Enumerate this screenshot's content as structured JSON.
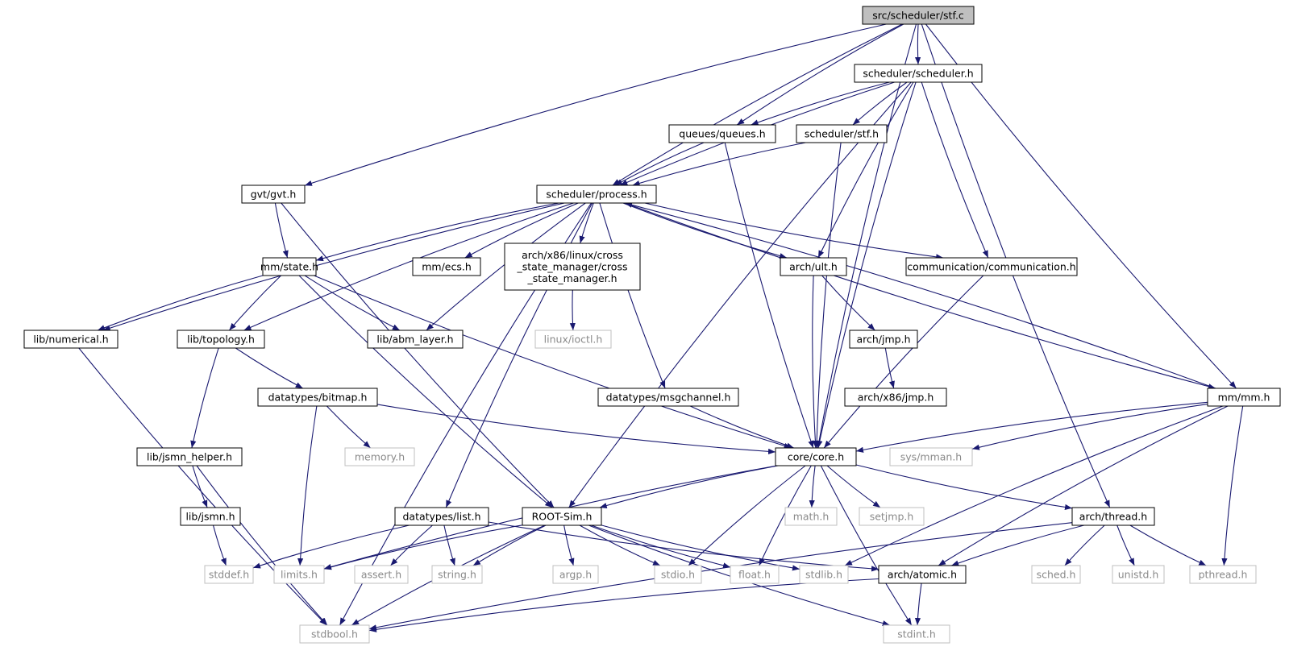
{
  "title": "src/scheduler/stf.c",
  "colors": {
    "edge": "#191970",
    "node_border": "#000000",
    "sys_border": "#bfbfbf",
    "root_fill": "#bfbfbf",
    "node_fill": "#ffffff",
    "sys_text": "#8a8a8a"
  },
  "nodes": {
    "stf_c": {
      "label": "src/scheduler/stf.c",
      "kind": "root"
    },
    "scheduler_h": {
      "label": "scheduler/scheduler.h",
      "kind": "project"
    },
    "queues_h": {
      "label": "queues/queues.h",
      "kind": "project"
    },
    "stf_h": {
      "label": "scheduler/stf.h",
      "kind": "project"
    },
    "gvt_h": {
      "label": "gvt/gvt.h",
      "kind": "project"
    },
    "process_h": {
      "label": "scheduler/process.h",
      "kind": "project"
    },
    "mm_state_h": {
      "label": "mm/state.h",
      "kind": "project"
    },
    "mm_ecs_h": {
      "label": "mm/ecs.h",
      "kind": "project"
    },
    "cross_state_h": {
      "label": "arch/x86/linux/cross\n_state_manager/cross\n_state_manager.h",
      "kind": "project"
    },
    "ult_h": {
      "label": "arch/ult.h",
      "kind": "project"
    },
    "communication_h": {
      "label": "communication/communication.h",
      "kind": "project"
    },
    "numerical_h": {
      "label": "lib/numerical.h",
      "kind": "project"
    },
    "topology_h": {
      "label": "lib/topology.h",
      "kind": "project"
    },
    "abm_layer_h": {
      "label": "lib/abm_layer.h",
      "kind": "project"
    },
    "ioctl_h": {
      "label": "linux/ioctl.h",
      "kind": "system"
    },
    "jmp_h": {
      "label": "arch/jmp.h",
      "kind": "project"
    },
    "x86_jmp_h": {
      "label": "arch/x86/jmp.h",
      "kind": "project"
    },
    "mm_h": {
      "label": "mm/mm.h",
      "kind": "project"
    },
    "bitmap_h": {
      "label": "datatypes/bitmap.h",
      "kind": "project"
    },
    "msgchannel_h": {
      "label": "datatypes/msgchannel.h",
      "kind": "project"
    },
    "memory_h": {
      "label": "memory.h",
      "kind": "system"
    },
    "jsmn_helper_h": {
      "label": "lib/jsmn_helper.h",
      "kind": "project"
    },
    "core_h": {
      "label": "core/core.h",
      "kind": "project"
    },
    "sys_mman_h": {
      "label": "sys/mman.h",
      "kind": "system"
    },
    "jsmn_h": {
      "label": "lib/jsmn.h",
      "kind": "project"
    },
    "list_h": {
      "label": "datatypes/list.h",
      "kind": "project"
    },
    "rootsim_h": {
      "label": "ROOT-Sim.h",
      "kind": "project"
    },
    "math_h": {
      "label": "math.h",
      "kind": "system"
    },
    "setjmp_h": {
      "label": "setjmp.h",
      "kind": "system"
    },
    "thread_h": {
      "label": "arch/thread.h",
      "kind": "project"
    },
    "stddef_h": {
      "label": "stddef.h",
      "kind": "system"
    },
    "limits_h": {
      "label": "limits.h",
      "kind": "system"
    },
    "assert_h": {
      "label": "assert.h",
      "kind": "system"
    },
    "string_h": {
      "label": "string.h",
      "kind": "system"
    },
    "argp_h": {
      "label": "argp.h",
      "kind": "system"
    },
    "stdio_h": {
      "label": "stdio.h",
      "kind": "system"
    },
    "float_h": {
      "label": "float.h",
      "kind": "system"
    },
    "stdlib_h": {
      "label": "stdlib.h",
      "kind": "system"
    },
    "atomic_h": {
      "label": "arch/atomic.h",
      "kind": "project"
    },
    "sched_h": {
      "label": "sched.h",
      "kind": "system"
    },
    "unistd_h": {
      "label": "unistd.h",
      "kind": "system"
    },
    "pthread_h": {
      "label": "pthread.h",
      "kind": "system"
    },
    "stdbool_h": {
      "label": "stdbool.h",
      "kind": "system"
    },
    "stdint_h": {
      "label": "stdint.h",
      "kind": "system"
    }
  },
  "edges": [
    [
      "stf_c",
      "scheduler_h"
    ],
    [
      "stf_c",
      "queues_h"
    ],
    [
      "stf_c",
      "gvt_h"
    ],
    [
      "stf_c",
      "process_h"
    ],
    [
      "stf_c",
      "core_h"
    ],
    [
      "stf_c",
      "mm_h"
    ],
    [
      "stf_c",
      "thread_h"
    ],
    [
      "scheduler_h",
      "queues_h"
    ],
    [
      "scheduler_h",
      "stf_h"
    ],
    [
      "scheduler_h",
      "process_h"
    ],
    [
      "scheduler_h",
      "ult_h"
    ],
    [
      "scheduler_h",
      "communication_h"
    ],
    [
      "scheduler_h",
      "core_h"
    ],
    [
      "scheduler_h",
      "rootsim_h"
    ],
    [
      "queues_h",
      "process_h"
    ],
    [
      "queues_h",
      "core_h"
    ],
    [
      "stf_h",
      "process_h"
    ],
    [
      "stf_h",
      "core_h"
    ],
    [
      "gvt_h",
      "mm_state_h"
    ],
    [
      "gvt_h",
      "rootsim_h"
    ],
    [
      "process_h",
      "mm_state_h"
    ],
    [
      "process_h",
      "mm_ecs_h"
    ],
    [
      "process_h",
      "cross_state_h"
    ],
    [
      "process_h",
      "ult_h"
    ],
    [
      "process_h",
      "communication_h"
    ],
    [
      "process_h",
      "numerical_h"
    ],
    [
      "process_h",
      "topology_h"
    ],
    [
      "process_h",
      "abm_layer_h"
    ],
    [
      "process_h",
      "msgchannel_h"
    ],
    [
      "process_h",
      "list_h"
    ],
    [
      "process_h",
      "mm_h"
    ],
    [
      "process_h",
      "stdbool_h"
    ],
    [
      "mm_state_h",
      "numerical_h"
    ],
    [
      "mm_state_h",
      "topology_h"
    ],
    [
      "mm_state_h",
      "abm_layer_h"
    ],
    [
      "mm_state_h",
      "core_h"
    ],
    [
      "mm_state_h",
      "rootsim_h"
    ],
    [
      "cross_state_h",
      "ioctl_h"
    ],
    [
      "ult_h",
      "core_h"
    ],
    [
      "ult_h",
      "jmp_h"
    ],
    [
      "jmp_h",
      "x86_jmp_h"
    ],
    [
      "communication_h",
      "core_h"
    ],
    [
      "numerical_h",
      "stdbool_h"
    ],
    [
      "topology_h",
      "bitmap_h"
    ],
    [
      "topology_h",
      "jsmn_helper_h"
    ],
    [
      "bitmap_h",
      "memory_h"
    ],
    [
      "bitmap_h",
      "core_h"
    ],
    [
      "bitmap_h",
      "limits_h"
    ],
    [
      "msgchannel_h",
      "core_h"
    ],
    [
      "mm_h",
      "core_h"
    ],
    [
      "mm_h",
      "sys_mman_h"
    ],
    [
      "mm_h",
      "process_h"
    ],
    [
      "mm_h",
      "stdlib_h"
    ],
    [
      "mm_h",
      "atomic_h"
    ],
    [
      "mm_h",
      "pthread_h"
    ],
    [
      "jsmn_helper_h",
      "jsmn_h"
    ],
    [
      "jsmn_helper_h",
      "stdbool_h"
    ],
    [
      "jsmn_h",
      "stddef_h"
    ],
    [
      "core_h",
      "rootsim_h"
    ],
    [
      "core_h",
      "math_h"
    ],
    [
      "core_h",
      "setjmp_h"
    ],
    [
      "core_h",
      "thread_h"
    ],
    [
      "core_h",
      "limits_h"
    ],
    [
      "core_h",
      "stdio_h"
    ],
    [
      "core_h",
      "float_h"
    ],
    [
      "core_h",
      "stdint_h"
    ],
    [
      "list_h",
      "stddef_h"
    ],
    [
      "list_h",
      "assert_h"
    ],
    [
      "list_h",
      "string_h"
    ],
    [
      "list_h",
      "atomic_h"
    ],
    [
      "rootsim_h",
      "limits_h"
    ],
    [
      "rootsim_h",
      "string_h"
    ],
    [
      "rootsim_h",
      "argp_h"
    ],
    [
      "rootsim_h",
      "stdio_h"
    ],
    [
      "rootsim_h",
      "float_h"
    ],
    [
      "rootsim_h",
      "stdlib_h"
    ],
    [
      "rootsim_h",
      "stdbool_h"
    ],
    [
      "rootsim_h",
      "stdint_h"
    ],
    [
      "thread_h",
      "atomic_h"
    ],
    [
      "thread_h",
      "sched_h"
    ],
    [
      "thread_h",
      "unistd_h"
    ],
    [
      "thread_h",
      "pthread_h"
    ],
    [
      "thread_h",
      "stdbool_h"
    ],
    [
      "atomic_h",
      "stdbool_h"
    ],
    [
      "atomic_h",
      "stdint_h"
    ]
  ]
}
